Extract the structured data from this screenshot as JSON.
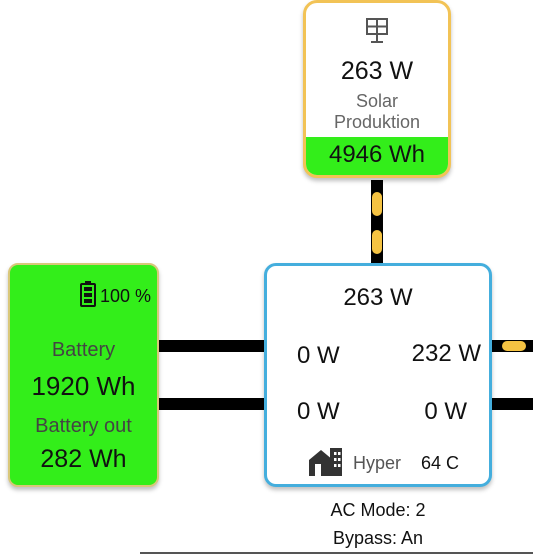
{
  "solar": {
    "icon": "solar-panel-icon",
    "power": "263 W",
    "label": "Solar Produktion",
    "energy": "4946 Wh"
  },
  "battery": {
    "icon": "battery-icon",
    "percent": "100 %",
    "title": "Battery",
    "energy": "1920 Wh",
    "out_label": "Battery out",
    "out_energy": "282 Wh"
  },
  "inverter": {
    "top_power": "263 W",
    "left_in_1": "0 W",
    "right_out_1": "232 W",
    "left_in_2": "0 W",
    "right_out_2": "0 W",
    "device_icon": "house-building-icon",
    "device_label": "Hyper",
    "temperature": "64 C"
  },
  "status": {
    "ac_mode": "AC Mode: 2",
    "bypass": "Bypass: An"
  },
  "colors": {
    "solar_border": "#f2c356",
    "energy_green": "#33ee1a",
    "inverter_border": "#44aedd",
    "flow_dot": "#f5c342"
  }
}
